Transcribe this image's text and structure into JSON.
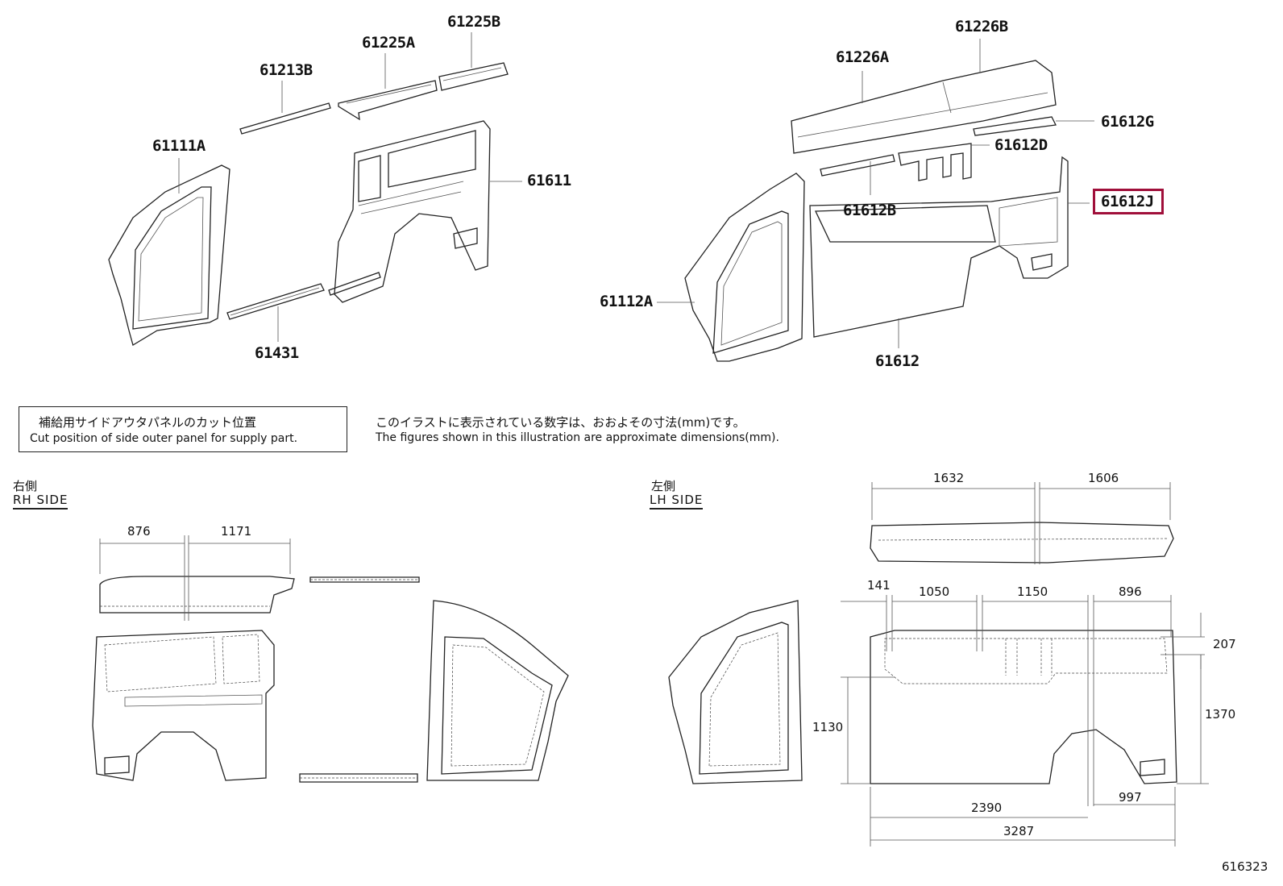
{
  "parts": {
    "p61225B": "61225B",
    "p61225A": "61225A",
    "p61213B": "61213B",
    "p61111A": "61111A",
    "p61611": "61611",
    "p61431": "61431",
    "p61226B": "61226B",
    "p61226A": "61226A",
    "p61612G": "61612G",
    "p61612D": "61612D",
    "p61612B": "61612B",
    "p61612J": "61612J",
    "p61112A": "61112A",
    "p61612": "61612"
  },
  "highlight": {
    "part": "61612J",
    "color": "#a00f3a"
  },
  "note_box": {
    "jp": "補給用サイドアウタパネルのカット位置",
    "en": "Cut position of side outer panel for supply part."
  },
  "info": {
    "jp": "このイラストに表示されている数字は、おおよその寸法(mm)です。",
    "en": "The figures shown in this illustration are approximate dimensions(mm)."
  },
  "rh_side": {
    "jp": "右側",
    "en": "RH SIDE"
  },
  "lh_side": {
    "jp": "左側",
    "en": "LH SIDE"
  },
  "dims": {
    "rh_876": "876",
    "rh_1171": "1171",
    "lh_1632": "1632",
    "lh_1606": "1606",
    "lh_141": "141",
    "lh_1050": "1050",
    "lh_1150": "1150",
    "lh_896": "896",
    "lh_207": "207",
    "lh_1130": "1130",
    "lh_1370": "1370",
    "lh_2390": "2390",
    "lh_997": "997",
    "lh_3287": "3287"
  },
  "figure_id": "616323"
}
